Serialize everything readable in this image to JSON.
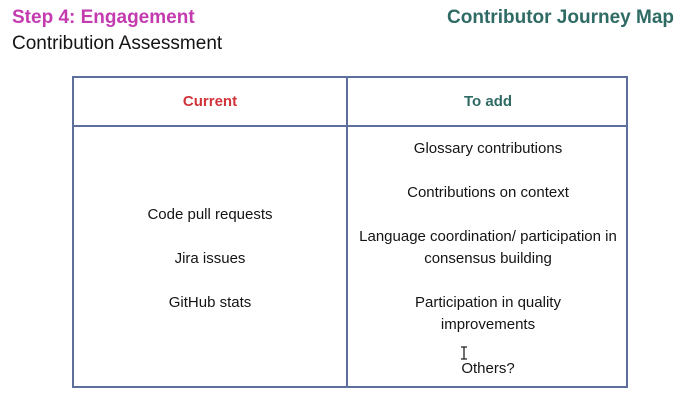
{
  "header": {
    "step_title": "Step 4: Engagement",
    "subtitle": "Contribution Assessment",
    "brand_title": "Contributor Journey Map"
  },
  "table": {
    "columns": [
      "Current",
      "To add"
    ],
    "current_items": [
      "Code pull requests",
      "Jira issues",
      "GitHub stats"
    ],
    "to_add_items": [
      "Glossary contributions",
      "Contributions on context",
      "Language coordination/ participation in consensus building",
      "Participation in quality improvements",
      "Others?"
    ]
  },
  "colors": {
    "step_title": "#c43bb0",
    "brand_title": "#2f6b64",
    "current_header": "#d0343a",
    "table_border": "#5e6f9e"
  },
  "icons": {
    "cursor": "text-cursor-icon"
  }
}
